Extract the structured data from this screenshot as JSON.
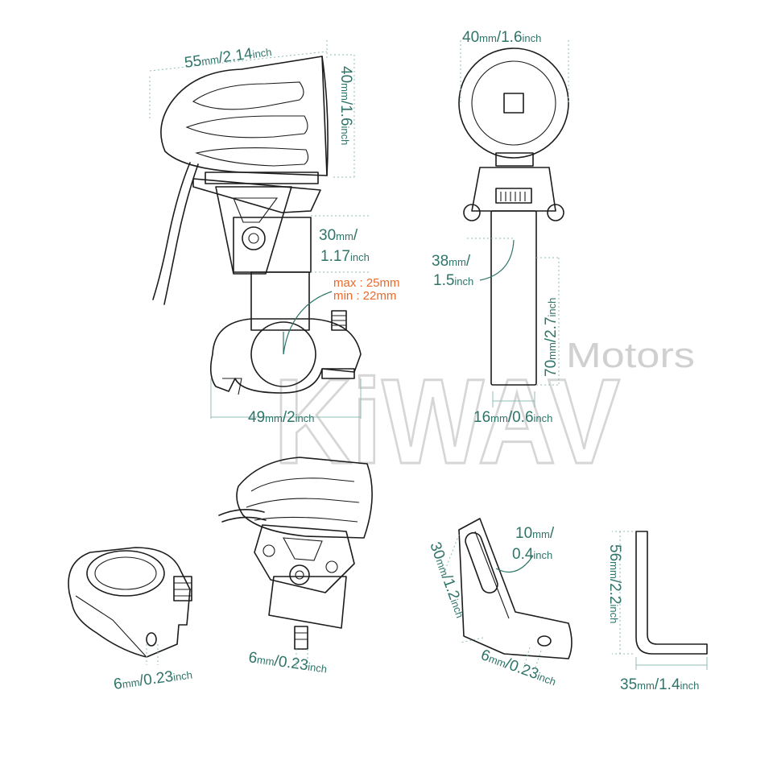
{
  "watermark": {
    "brand": "KiWAV",
    "sub": "Motors"
  },
  "views": {
    "side": {
      "length_mm": "55",
      "length_in": "2.14",
      "height_mm": "40",
      "height_in": "1.6",
      "mount_mm": "30",
      "mount_in": "1.17",
      "clamp_max": "max : 25mm",
      "clamp_min": "min : 22mm",
      "clamp_width_mm": "49",
      "clamp_width_in": "2"
    },
    "front": {
      "diameter_mm": "40",
      "diameter_in": "1.6",
      "angle_mm": "38",
      "angle_in": "1.5",
      "bracket_height_mm": "70",
      "bracket_height_in": "2.7",
      "bracket_width_mm": "16",
      "bracket_width_in": "0.6"
    },
    "clamp_part": {
      "bolt_mm": "6",
      "bolt_in": "0.23"
    },
    "assembly": {
      "bolt_mm": "6",
      "bolt_in": "0.23"
    },
    "angled_bracket": {
      "slot_mm": "10",
      "slot_in": "0.4",
      "length_mm": "30",
      "length_in": "1.2",
      "bolt_mm": "6",
      "bolt_in": "0.23"
    },
    "l_bracket": {
      "height_mm": "56",
      "height_in": "2.2",
      "width_mm": "35",
      "width_in": "1.4"
    }
  },
  "units": {
    "mm": "mm",
    "inch": "inch",
    "sep": "/"
  }
}
